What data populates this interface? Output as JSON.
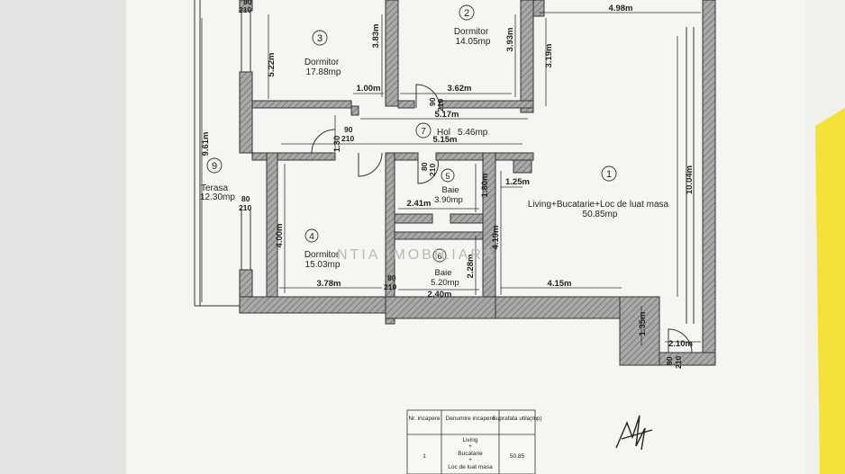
{
  "rooms": [
    {
      "number": "1",
      "name": "Living+Bucatarie+Loc de luat masa",
      "area": "50.85mp"
    },
    {
      "number": "2",
      "name": "Dormitor",
      "area": "14.05mp"
    },
    {
      "number": "3",
      "name": "Dormitor",
      "area": "17.88mp"
    },
    {
      "number": "4",
      "name": "Dormitor",
      "area": "15.03mp"
    },
    {
      "number": "5",
      "name": "Baie",
      "area": "3.90mp"
    },
    {
      "number": "6",
      "name": "Baie",
      "area": "5.20mp"
    },
    {
      "number": "7",
      "name": "Hol",
      "area": "5.46mp"
    },
    {
      "number": "9",
      "name": "Terasa",
      "area": "12.30mp"
    }
  ],
  "dimensions": {
    "d_498": "4.98m",
    "d_383": "3.83m",
    "d_393": "3.93m",
    "d_319": "3.19m",
    "d_522": "5.22m",
    "d_100": "1.00m",
    "d_362": "3.62m",
    "d_517": "5.17m",
    "d_515": "5.15m",
    "d_130": "1.30",
    "d_961": "9.61m",
    "d_1004": "10.04m",
    "d_125": "1.25m",
    "d_180": "1.80m",
    "d_241": "2.41m",
    "d_419": "4.19m",
    "d_400": "4.00m",
    "d_228": "2.28m",
    "d_378": "3.78m",
    "d_240": "2.40m",
    "d_415": "4.15m",
    "d_135": "1.35m",
    "d_210m": "2.10m"
  },
  "doors": {
    "d1": {
      "w": "80",
      "h": "210"
    },
    "d2": {
      "w": "90",
      "h": "210"
    },
    "d3": {
      "w": "90",
      "h": "210"
    },
    "d4": {
      "w": "80",
      "h": "210"
    },
    "d5": {
      "w": "80",
      "h": "210"
    },
    "d6": {
      "w": "80",
      "h": "210"
    },
    "d7": {
      "w": "90",
      "h": "210"
    }
  },
  "watermark": "NTIA IMOBILIARĂ",
  "table": {
    "headers": [
      "Nr. incapere",
      "Denumire incapere",
      "Suprafata utila(mp)"
    ],
    "row": {
      "nr": "1",
      "name_lines": [
        "Living",
        "+",
        "Bucatarie",
        "+",
        "Loc de luat masa"
      ],
      "area": "50.85"
    }
  },
  "colors": {
    "paper": "#f5f5f2",
    "wall": "#8f8f8f",
    "line": "#333333",
    "background": "#cfd0cc"
  }
}
